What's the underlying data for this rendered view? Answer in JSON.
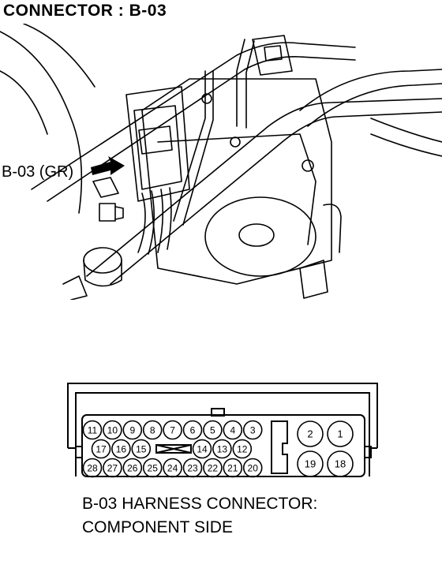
{
  "title": "CONNECTOR : B-03",
  "callout_label": "B-03 (GR)",
  "caption": {
    "line1": "B-03 HARNESS CONNECTOR:",
    "line2": "COMPONENT SIDE"
  },
  "connector": {
    "row1_pins": [
      "11",
      "10",
      "9",
      "8",
      "7",
      "6",
      "5",
      "4",
      "3"
    ],
    "row2_left_pins": [
      "17",
      "16",
      "15"
    ],
    "row2_right_pins": [
      "14",
      "13",
      "12"
    ],
    "row3_pins": [
      "28",
      "27",
      "26",
      "25",
      "24",
      "23",
      "22",
      "21",
      "20"
    ],
    "large_pins_top": [
      "2",
      "1"
    ],
    "large_pins_bottom": [
      "19",
      "18"
    ]
  },
  "colors": {
    "line": "#000000",
    "background": "#ffffff"
  }
}
